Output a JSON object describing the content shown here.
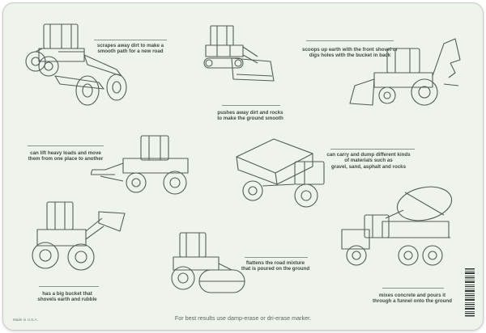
{
  "captions": {
    "grader": "scrapes away dirt to make a\nsmooth path for a new road",
    "bulldozer": "pushes away dirt and rocks\nto make the ground smooth",
    "backhoe": "scoops up earth with the front shovel  or\ndigs holes with the bucket in back",
    "forklift": "can lift heavy loads and move\nthem from one place to another",
    "dump_truck": "can carry and dump different kinds\nof materials  such as\ngravel, sand, asphalt and rocks",
    "loader": "has a big bucket that\nshovels earth and rubble",
    "roller": "flattens the road mixture\nthat is poured on the ground",
    "mixer": "mixes concrete and pours it\nthrough a funnel onto the ground"
  },
  "footer": "For best results use damp-erase or dri-erase marker.",
  "made_in": "Made in U.S.A.",
  "colors": {
    "mat": "#eef3ec",
    "line_art": "#555b57",
    "caption": "#3f4a44"
  },
  "icons": [
    "motor-grader",
    "bulldozer",
    "backhoe-loader",
    "telehandler-forklift",
    "dump-truck",
    "wheel-loader",
    "road-roller",
    "cement-mixer-truck",
    "barcode"
  ]
}
